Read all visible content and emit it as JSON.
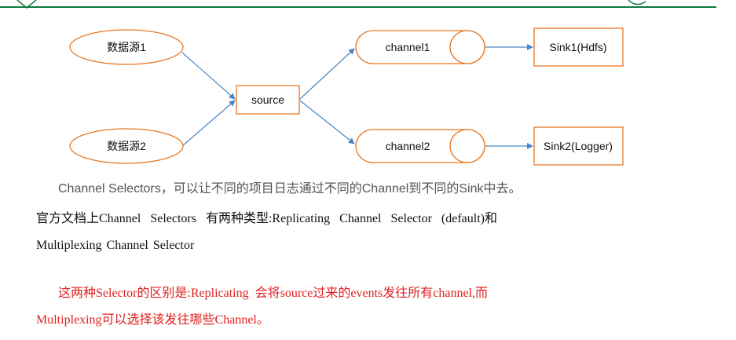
{
  "header": {
    "accent_color": "#0f7a3e"
  },
  "diagram": {
    "stroke_color": "#e87722",
    "arrow_color": "#4a86c5",
    "source1": "数据源1",
    "source2": "数据源2",
    "source": "source",
    "channel1": "channel1",
    "channel2": "channel2",
    "sink1": "Sink1(Hdfs)",
    "sink2": "Sink2(Logger)"
  },
  "text": {
    "para1": "Channel Selectors，可以让不同的项目日志通过不同的Channel到不同的Sink中去。",
    "para2_line1": "官方文档上Channel  Selectors  有两种类型:Replicating  Channel  Selector  (default)和",
    "para2_line2": "Multiplexing Channel Selector",
    "para3_line1": "这两种Selector的区别是:Replicating  会将source过来的events发往所有channel,而",
    "para3_line2": "Multiplexing可以选择该发往哪些Channel。"
  }
}
